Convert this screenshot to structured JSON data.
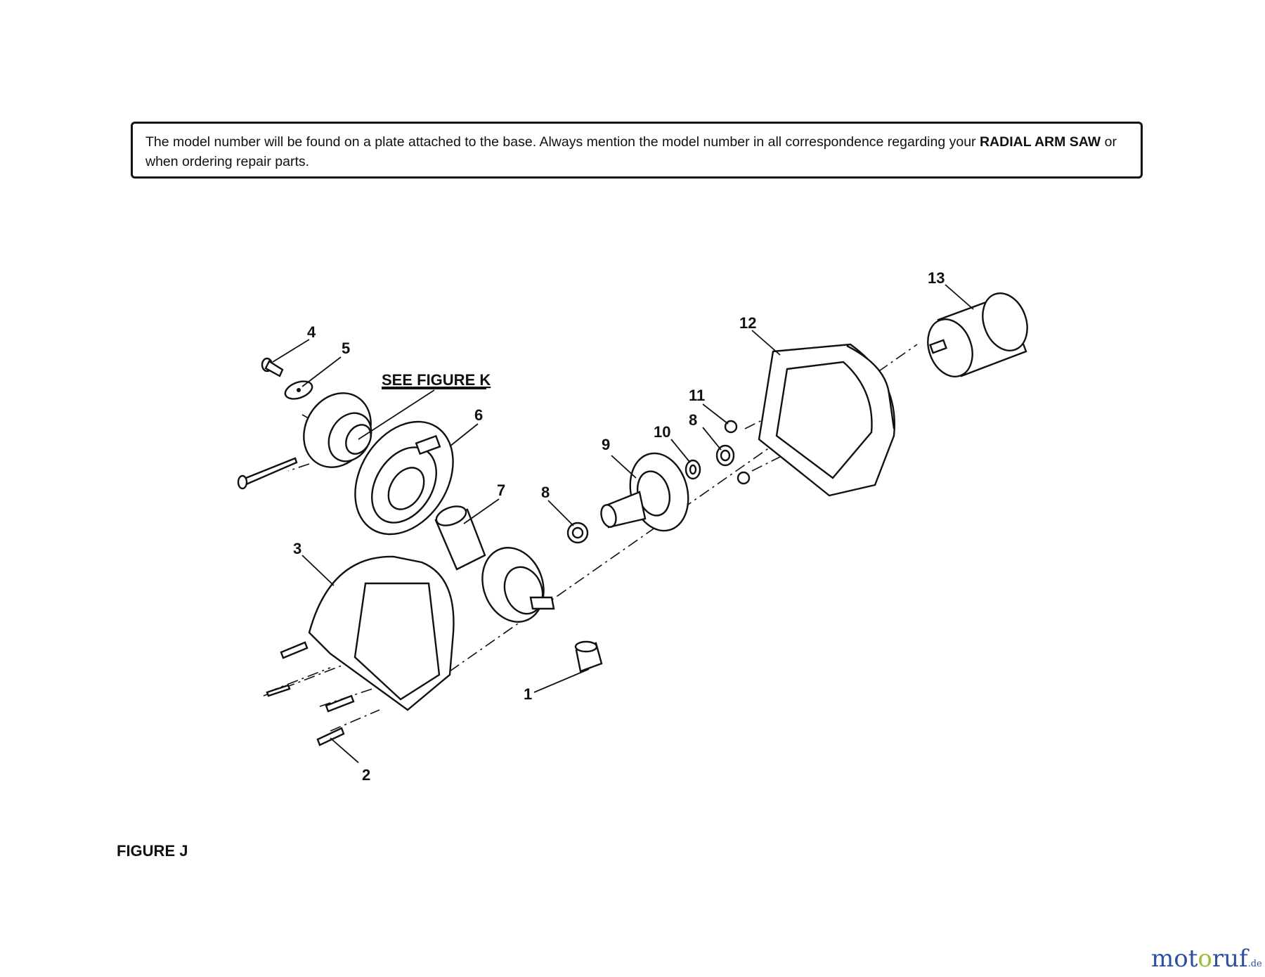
{
  "notice": {
    "text_before": "The model number will be found on a plate attached to the base. Always mention the model number in all correspondence regarding your ",
    "bold1": "RADIAL ARM SAW",
    "text_after": " or when ordering repair parts."
  },
  "diagram": {
    "see_figure": "SEE FIGURE K",
    "callouts": {
      "p1": "1",
      "p2": "2",
      "p3": "3",
      "p4": "4",
      "p5": "5",
      "p6": "6",
      "p7": "7",
      "p8a": "8",
      "p8b": "8",
      "p9": "9",
      "p10": "10",
      "p11": "11",
      "p12": "12",
      "p13": "13"
    }
  },
  "figure_label": "FIGURE J",
  "watermark": {
    "a": "mot",
    "b": "o",
    "c": "ruf",
    "suffix": ".de"
  }
}
